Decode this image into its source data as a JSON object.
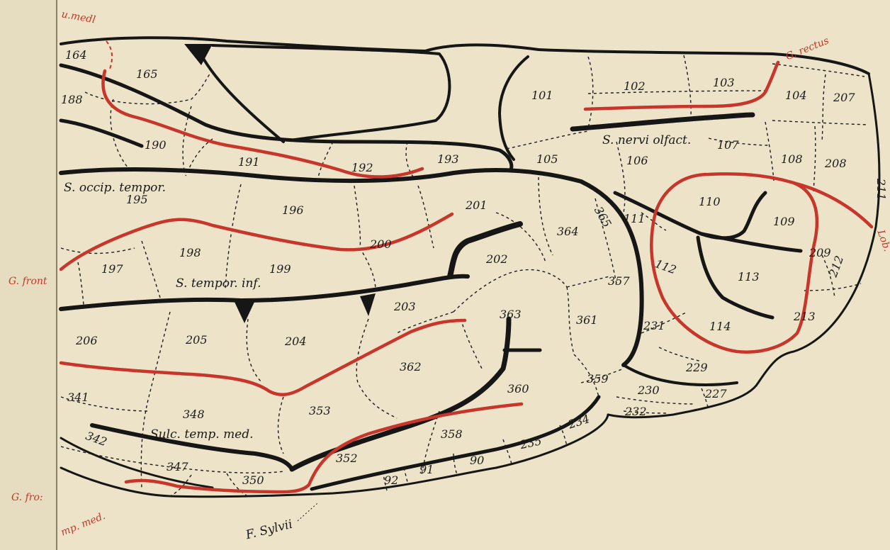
{
  "field_numbers": [
    "164",
    "165",
    "188",
    "190",
    "191",
    "192",
    "193",
    "195",
    "196",
    "197",
    "198",
    "199",
    "200",
    "201",
    "202",
    "203",
    "204",
    "205",
    "206",
    "341",
    "348",
    "353",
    "362",
    "363",
    "360",
    "361",
    "364",
    "365",
    "357",
    "359",
    "358",
    "352",
    "350",
    "347",
    "342",
    "234",
    "235",
    "90",
    "91",
    "92",
    "101",
    "102",
    "103",
    "104",
    "207",
    "105",
    "106",
    "107",
    "108",
    "208",
    "211",
    "110",
    "109",
    "111",
    "112",
    "113",
    "114",
    "209",
    "212",
    "213",
    "231",
    "229",
    "230",
    "227",
    "232"
  ],
  "labels": {
    "s_occip_tempor": "S. occip. tempor.",
    "s_tempor_inf": "S. tempor. inf.",
    "sulc_temp_med": "Sulc. temp. med.",
    "s_nervi_olfact": "S. nervi olfact.",
    "f_sylvii": "F. Sylvii"
  },
  "margin_labels": {
    "top_left": "u.medl",
    "g_rectus": "G. rectus",
    "g_front_left": "G. front",
    "g_fro_bottom": "G. fro:",
    "tmp_med": "mp. med.",
    "right_edge": "Lob."
  },
  "colors": {
    "paper": "#ece3c8",
    "margin_strip": "#e6dcc0",
    "ink": "#161616",
    "red_boundary": "#c8352b"
  }
}
